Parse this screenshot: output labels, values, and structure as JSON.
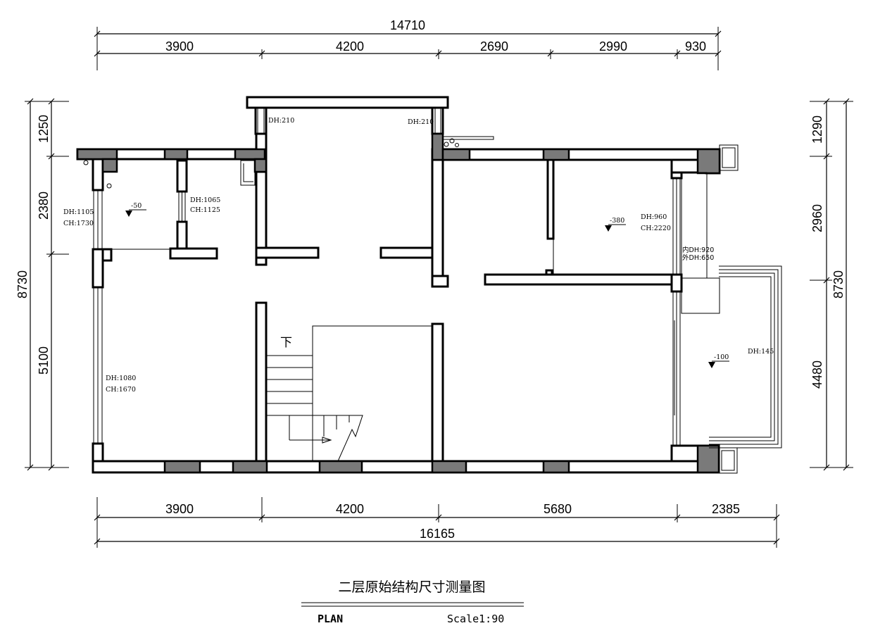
{
  "dimensions": {
    "top_total": "14710",
    "top_segments": [
      "3900",
      "4200",
      "2690",
      "2990",
      "930"
    ],
    "bottom_segments": [
      "3900",
      "4200",
      "5680",
      "2385"
    ],
    "bottom_total": "16165",
    "left_segments": [
      "1250",
      "2380",
      "5100"
    ],
    "left_total": "8730",
    "right_segments": [
      "1290",
      "2960",
      "4480"
    ],
    "right_total": "8730"
  },
  "annotations": {
    "dh_210_left": "DH:210",
    "dh_210_right": "DH:210",
    "left_window_dh": "DH:1105",
    "left_window_ch": "CH:1730",
    "inner_window_dh": "DH:1065",
    "inner_window_ch": "CH:1125",
    "lower_window_dh": "DH:1080",
    "lower_window_ch": "CH:1670",
    "room_right_dh": "DH:960",
    "room_right_ch": "CH:2220",
    "inner_dh": "内DH:920",
    "outer_dh": "外DH:650",
    "balcony_dh": "DH:145"
  },
  "levels": {
    "left_room": "-50",
    "right_room": "-380",
    "balcony": "-100"
  },
  "stair_label": "下",
  "title_block": {
    "title": "二层原始结构尺寸测量图",
    "plan": "PLAN",
    "scale": "Scale1:90"
  }
}
